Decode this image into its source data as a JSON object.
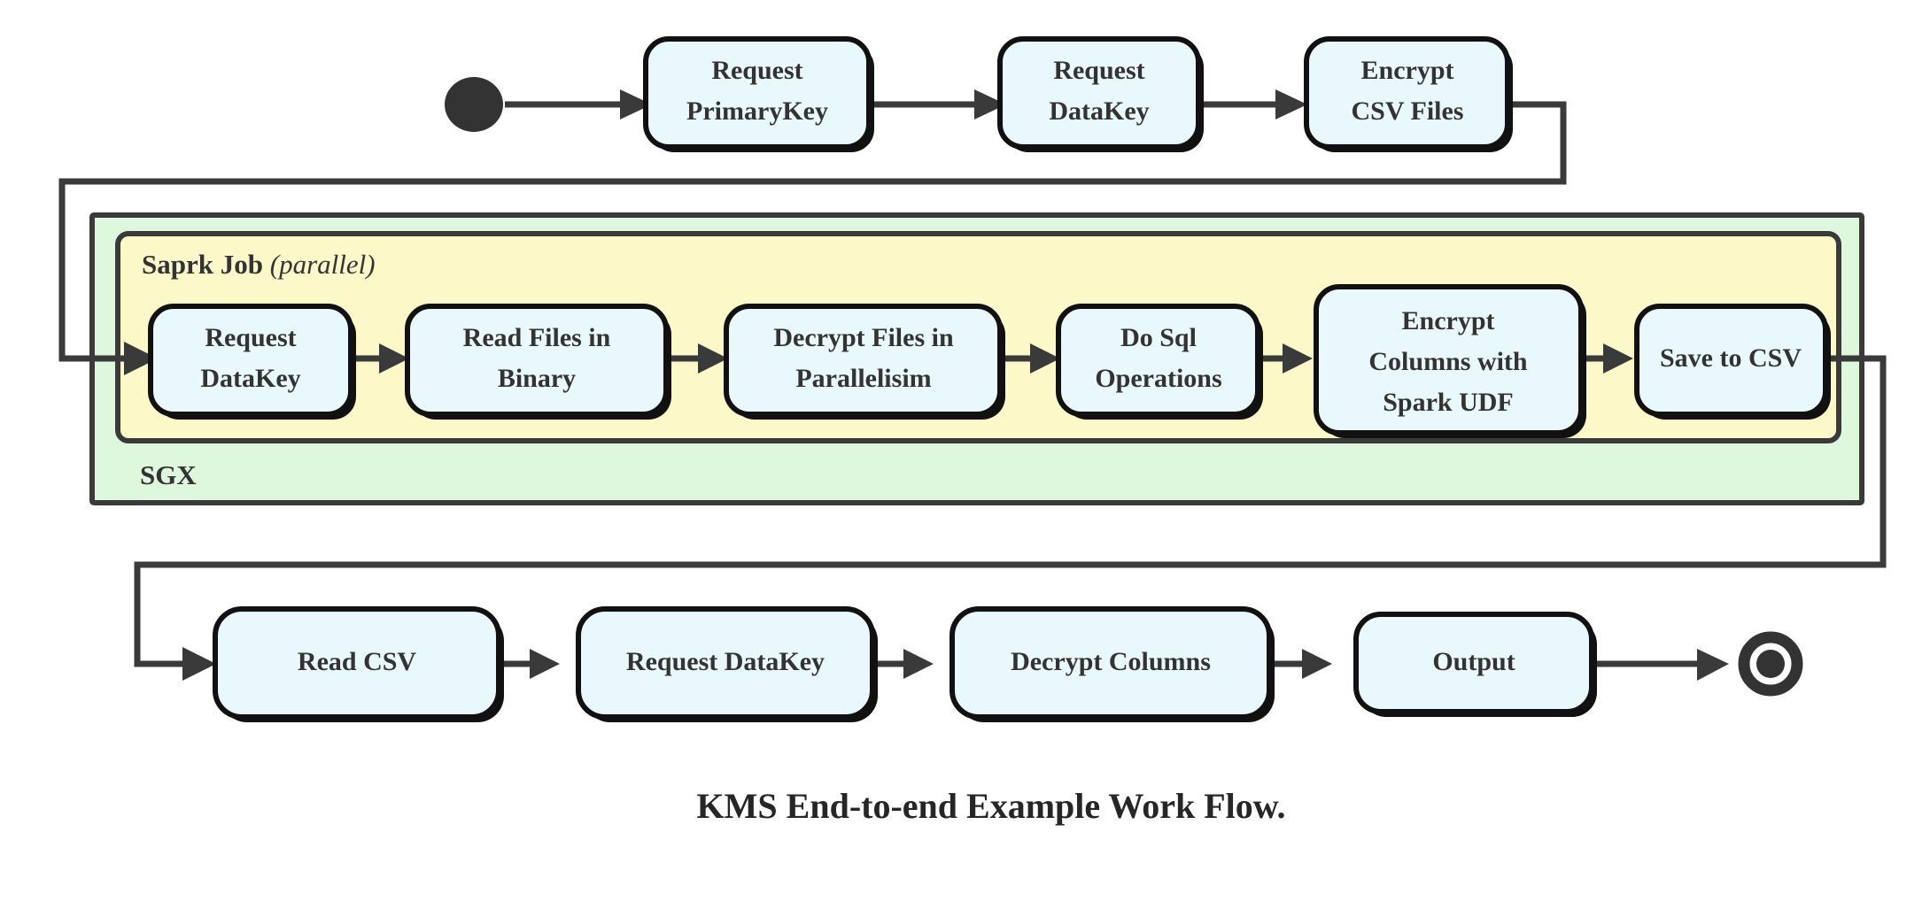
{
  "figure": {
    "caption": "KMS End-to-end Example Work Flow.",
    "type": "uml-activity-diagram",
    "colors": {
      "node_fill": "#e9f8fc",
      "node_stroke": "#111111",
      "sgx_fill": "#ddf8dd",
      "spark_fill": "#fdf8c8",
      "container_stroke": "#3a3a3a",
      "edge": "#3a3a3a",
      "text": "#333333",
      "background": "#ffffff"
    }
  },
  "start_node": {
    "name": "start"
  },
  "end_node": {
    "name": "end"
  },
  "rows": {
    "top": {
      "nodes": [
        {
          "id": "request-primarykey",
          "lines": [
            "Request",
            "PrimaryKey"
          ]
        },
        {
          "id": "request-datakey-top",
          "lines": [
            "Request",
            "DataKey"
          ]
        },
        {
          "id": "encrypt-csv-files",
          "lines": [
            "Encrypt",
            "CSV Files"
          ]
        }
      ]
    },
    "middle": {
      "nodes": [
        {
          "id": "request-datakey-spark",
          "lines": [
            "Request",
            "DataKey"
          ]
        },
        {
          "id": "read-files-in-binary",
          "lines": [
            "Read Files in",
            "Binary"
          ]
        },
        {
          "id": "decrypt-files-in-parallelisim",
          "lines": [
            "Decrypt Files in",
            "Parallelisim"
          ]
        },
        {
          "id": "do-sql-operations",
          "lines": [
            "Do Sql",
            "Operations"
          ]
        },
        {
          "id": "encrypt-columns-with-spark-udf",
          "lines": [
            "Encrypt",
            "Columns with",
            "Spark UDF"
          ]
        },
        {
          "id": "save-to-csv",
          "lines": [
            "Save to CSV"
          ]
        }
      ]
    },
    "bottom": {
      "nodes": [
        {
          "id": "read-csv",
          "lines": [
            "Read CSV"
          ]
        },
        {
          "id": "request-datakey-bottom",
          "lines": [
            "Request DataKey"
          ]
        },
        {
          "id": "decrypt-columns",
          "lines": [
            "Decrypt Columns"
          ]
        },
        {
          "id": "output",
          "lines": [
            "Output"
          ]
        }
      ]
    }
  },
  "containers": {
    "sgx": {
      "label": "SGX"
    },
    "spark_job": {
      "label_bold": "Saprk Job",
      "label_paren_open": "(",
      "label_italic": "parallel",
      "label_paren_close": ")"
    }
  }
}
